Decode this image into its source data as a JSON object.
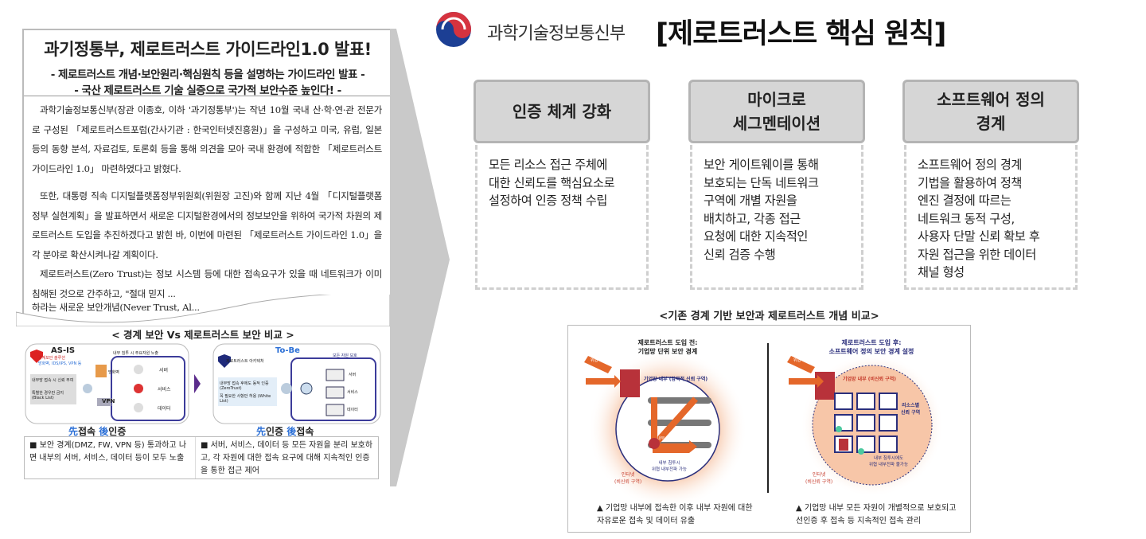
{
  "header": {
    "ministry_name": "과학기술정보통신부",
    "title": "[제로트러스트 핵심 원칙]",
    "logo_icon": "korea-government-emblem-icon"
  },
  "press_release": {
    "title": "과기정통부, 제로트러스트 가이드라인1.0 발표!",
    "subtitle_1": "- 제로트러스트 개념·보안원리·핵심원칙 등을 설명하는 가이드라인 발표 -",
    "subtitle_2": "- 국산 제로트러스트 기술 실증으로 국가적 보안수준 높인다! -",
    "paragraph_1": "과학기술정보통신부(장관 이종호, 이하 '과기정통부')는 작년 10월 국내 산·학·연·관 전문가로 구성된 「제로트러스트포럼(간사기관 : 한국인터넷진흥원)」을 구성하고 미국, 유럽, 일본 등의 동향 분석, 자료검토, 토론회 등을 통해 의견을 모아 국내 환경에 적합한 「제로트러스트 가이드라인 1.0」 마련하였다고 밝혔다.",
    "paragraph_2": "또한, 대통령 직속 디지털플랫폼정부위원회(위원장 고진)와 함께 지난 4월 「디지털플랫폼정부 실현계획」을 발표하면서 새로운 디지털환경에서의 정보보안을 위하여 국가적 차원의 제로트러스트 도입을 추진하겠다고 밝힌 바, 이번에 마련된 「제로트러스트 가이드라인 1.0」을 각 분야로 확산시켜나갈 계획이다.",
    "paragraph_3": "제로트러스트(Zero Trust)는 정보 시스템 등에 대한 접속요구가 있을 때 네트워크가 이미 침해된 것으로 간주하고, \"절대 믿지 ...",
    "paragraph_3b": "하라는 새로운 보안개념(Never Trust, Al..."
  },
  "comparison_small": {
    "title": "< 경계 보안 Vs 제로트러스트 보안 비교 >",
    "as_is": {
      "label": "AS-IS",
      "solution": "경계보안 솔루션",
      "solution_detail": "방화벽, IDS/IPS, VPN 등",
      "exposure": "내부 침투 시 주요자원 노출",
      "bullets": [
        "내부망 접속 시 신뢰 부여",
        "특별한 경우만 금지 (Black List)"
      ],
      "firewall": "방화벽",
      "vpn": "VPN",
      "resources": [
        "서버",
        "서비스",
        "데이터"
      ],
      "motto_a": "先",
      "motto_b": "접속 ",
      "motto_c": "後",
      "motto_d": "인증",
      "desc": "보안 경계(DMZ, FW, VPN 등) 통과하고 나면 내부의 서버, 서비스, 데이터 등이 모두 노출"
    },
    "to_be": {
      "label": "To-Be",
      "solution": "제로트러스트 아키텍처",
      "protect": "모든 자원 보호",
      "bullets": [
        "내부망 접속 후에도 동적 인증(ZeroTrust)",
        "꼭 필요한 사항만 허용 (White List)"
      ],
      "resources": [
        "서버",
        "서비스",
        "데이터"
      ],
      "motto_a": "先",
      "motto_b": "인증 ",
      "motto_c": "後",
      "motto_d": "접속",
      "desc": "서버, 서비스, 데이터 등 모든 자원을 분리 보호하고, 각 자원에 대한 접속 요구에 대해 지속적인 인증을 통한 접근 제어"
    }
  },
  "principles": [
    {
      "title": "인증 체계 강화",
      "body": "모든 리소스 접근 주체에\n대한 신뢰도를 핵심요소로\n설정하여 인증 정책 수립"
    },
    {
      "title": "마이크로\n세그멘테이션",
      "body": "보안 게이트웨이를 통해\n보호되는 단독 네트워크\n구역에 개별 자원을\n배치하고, 각종 접근\n요청에 대한 지속적인\n신뢰 검증 수행"
    },
    {
      "title": "소프트웨어 정의\n경계",
      "body": "소프트웨어 정의 경계\n기법을 활용하여 정책\n엔진 결정에 따르는\n네트워크 동적 구성,\n사용자 단말 신뢰 확보 후\n자원 접근을 위한 데이터\n채널 형성"
    }
  ],
  "concept_comparison": {
    "caption": "<기존 경계 기반 보안과 제로트러스트 개념 비교>",
    "before": {
      "title_1": "제로트러스트 도입 전:",
      "title_2": "기업망 단위 보안 경계",
      "threat": "위협",
      "inside": "기업망 내부 (암묵적 신뢰 구역)",
      "internal_threat": "내부 위협",
      "note": "내부 침투시\n위협 내부전파 가능",
      "internet": "인터넷\n(비신뢰 구역)",
      "footer": "▲ 기업망 내부에 접속한 이후 내부 자원에 대한\n자유로운 접속 및 데이터 유출"
    },
    "after": {
      "title_1": "제로트러스트 도입 후:",
      "title_2": "소프트웨어 정의 보안 경계 설정",
      "threat": "위협",
      "inside": "기업망 내부 (비신뢰 구역)",
      "resource_zone": "리소스별\n신뢰 구역",
      "note": "내부 침투시에도\n위협 내부전파 불가능",
      "internet": "인터넷\n(비신뢰 구역)",
      "footer": "▲ 기업망 내부 모든 자원이 개별적으로 보호되고\n선인증 후 접속 등 지속적인 접속 관리"
    }
  },
  "colors": {
    "card_head": "#d6d6d6",
    "threat": "#e4672a",
    "navy": "#2b2f7c",
    "blue": "#2b6fd6"
  }
}
